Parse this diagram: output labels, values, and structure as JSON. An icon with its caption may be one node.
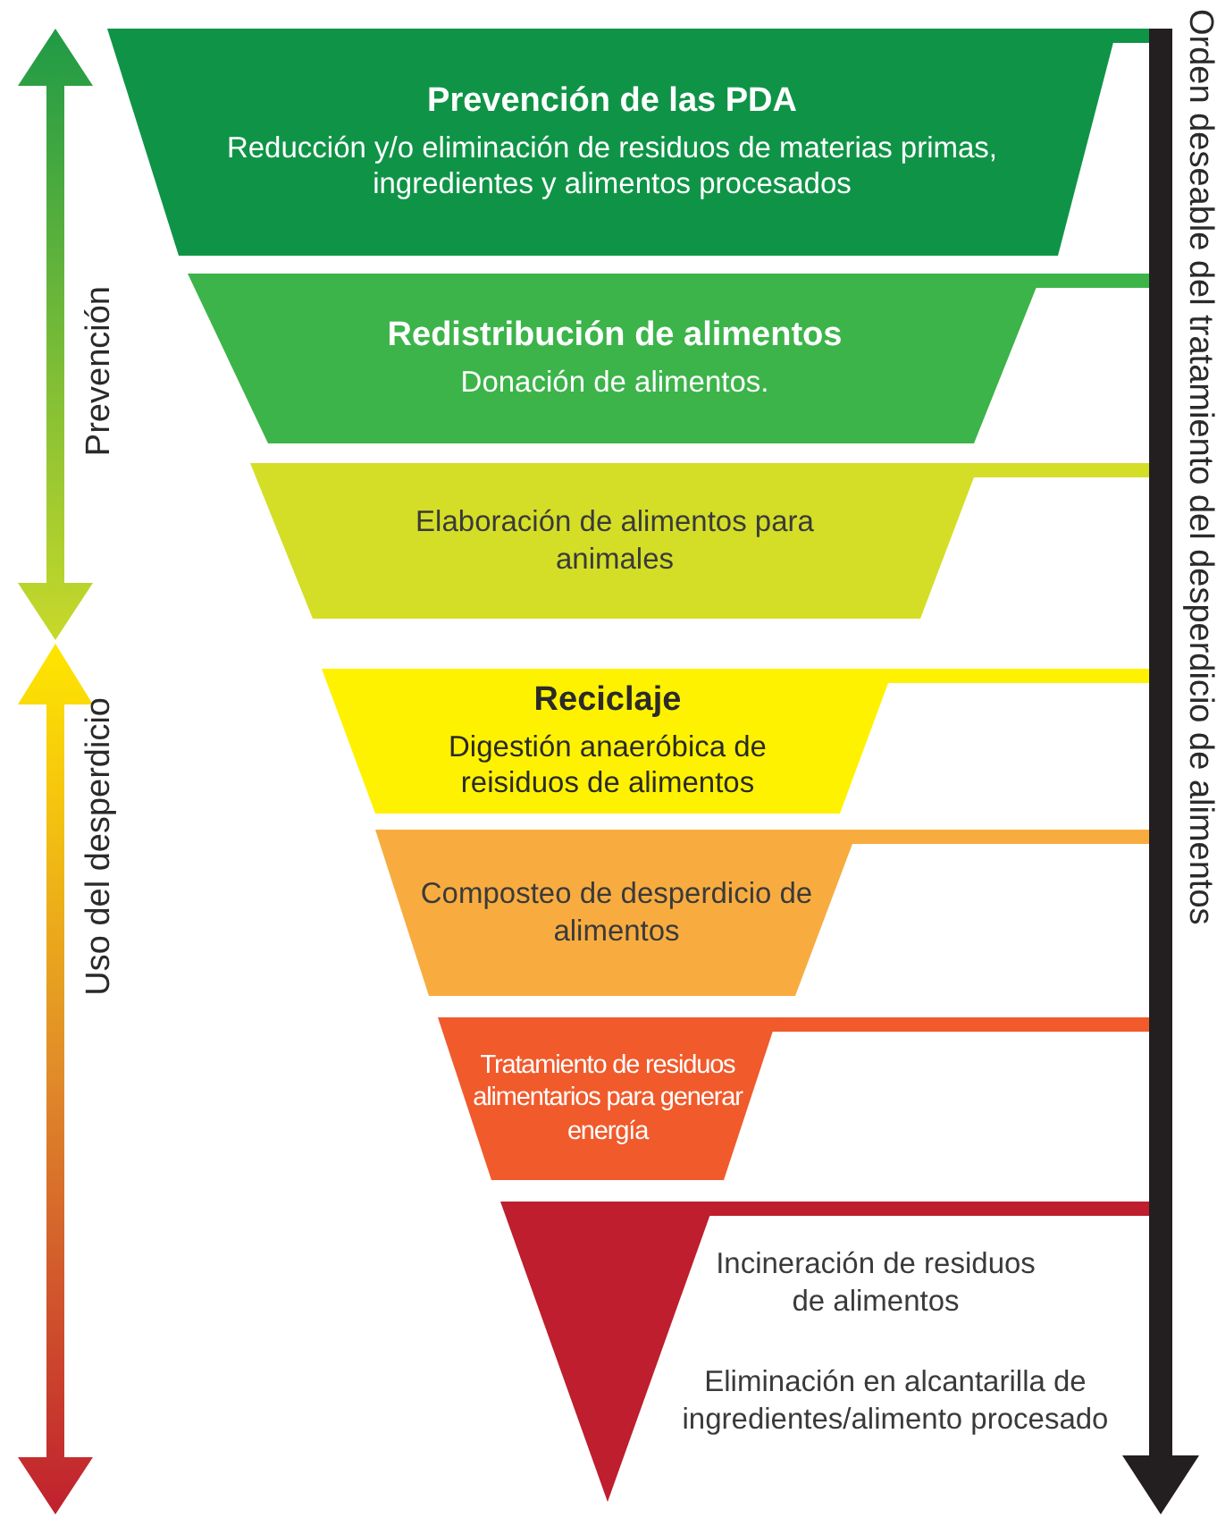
{
  "diagram": {
    "nodes": [
      {
        "text": [
          "Prevención de las PDA",
          "Reducción y/o eliminación de residuos de materias primas, ingredientes y alimentos procesados"
        ]
      },
      {
        "text": [
          "Redistribución de alimentos",
          "Donación de alimentos."
        ]
      },
      {
        "text": [
          "Elaboración de alimentos para animales"
        ]
      },
      {
        "text": [
          "Reciclaje",
          "Digestión anaeróbica de reisiduos de alimentos"
        ]
      },
      {
        "text": [
          "Composteo de desperdicio de alimentos"
        ]
      },
      {
        "text": [
          "Tratamiento de residuos alimentarios para generar energía"
        ]
      },
      {
        "text": [],
        "shape": "triangle",
        "beside": [
          "Incineración de residuos de alimentos",
          "Eliminación en alcantarilla de ingredientes/alimento procesado"
        ]
      }
    ],
    "labels": [
      "Prevención",
      "Uso del desperdicio",
      "Orden deseable del tratamiento del desperdicio de alimentos"
    ]
  }
}
